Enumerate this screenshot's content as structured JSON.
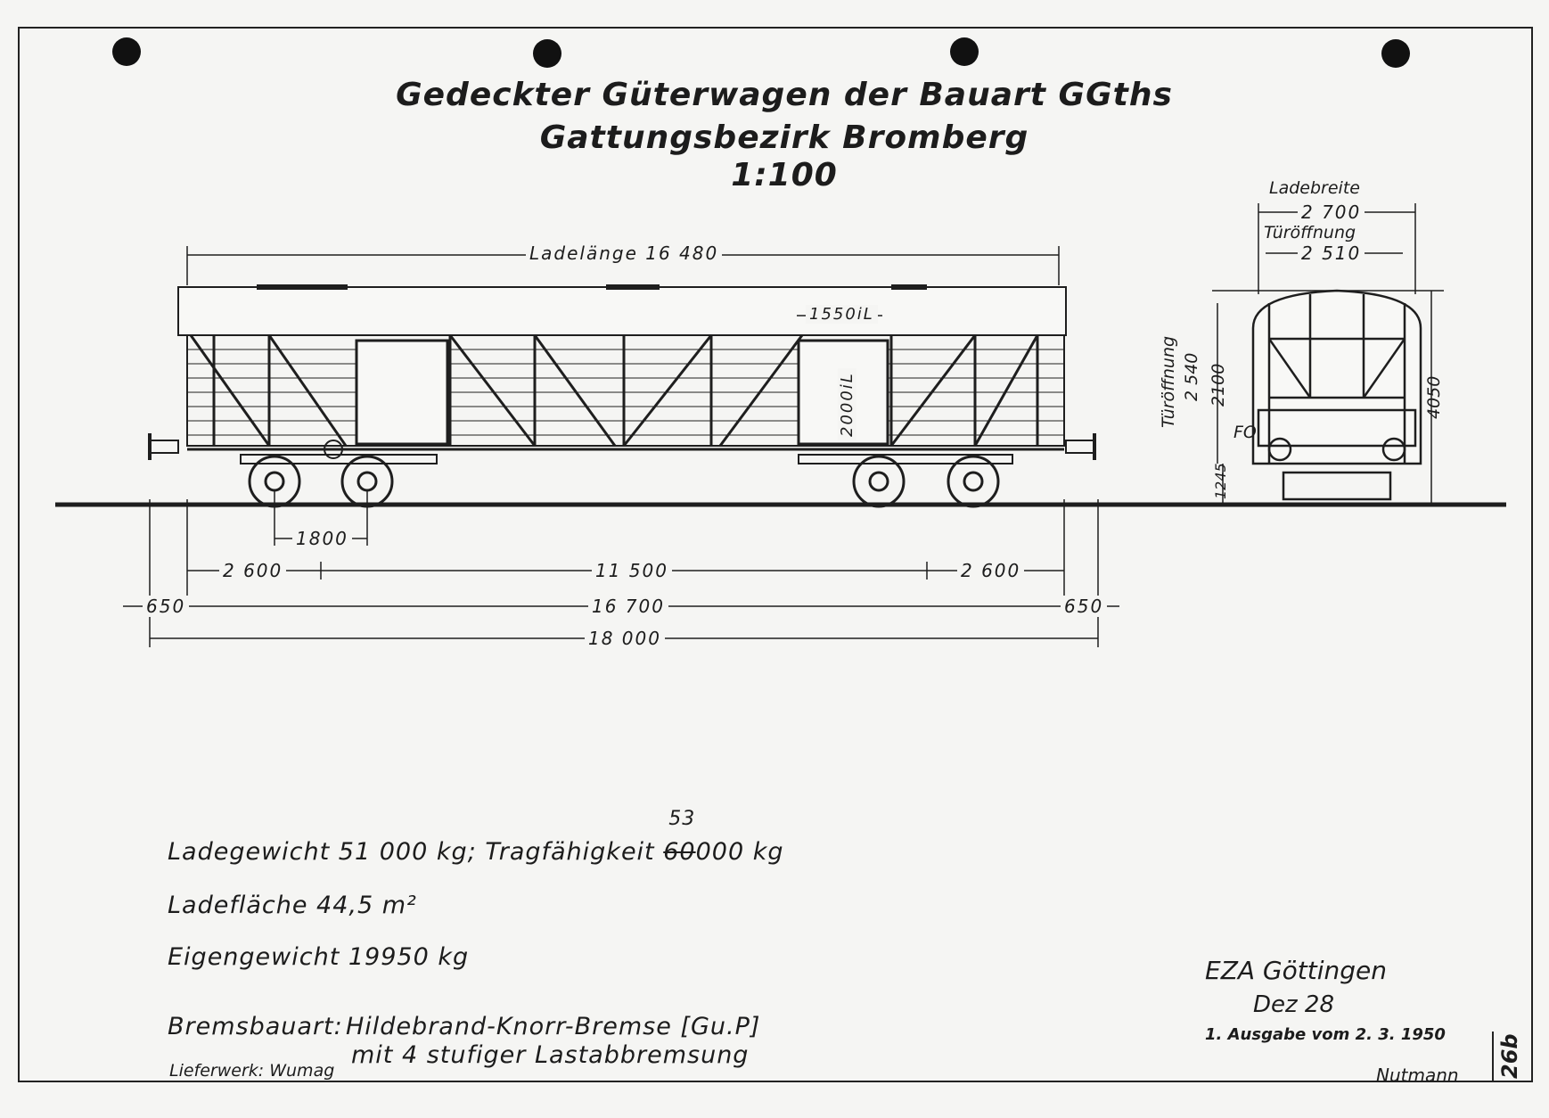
{
  "title": {
    "line1": "Gedeckter Güterwagen der Bauart GGths",
    "line2": "Gattungsbezirk Bromberg",
    "scale": "1:100"
  },
  "side_view": {
    "ladelaenge": "Ladelänge 16 480",
    "door_width": "1550iL",
    "door_height": "2000iL",
    "bogie_wheelbase": "1800",
    "overhang_left": "2 600",
    "bogie_distance": "11 500",
    "overhang_right": "2 600",
    "buffer_left": "650",
    "length_over_body": "16 700",
    "buffer_right": "650",
    "length_over_buffers": "18 000"
  },
  "end_view": {
    "ladebreite_label": "Ladebreite",
    "ladebreite_value": "2 700",
    "tuer_label": "Türöffnung",
    "tuer_value": "2 510",
    "tuer_height_label": "Türöffnung",
    "tuer_height_value": "2 540",
    "height_2100": "2100",
    "height_1245": "1245",
    "total_height": "4050",
    "fo_label": "FO"
  },
  "specs": {
    "ladegewicht_prefix": "Ladegewicht 51",
    "ladegewicht_rest": "000 kg; Tragfähigkeit",
    "tragf_correction": "53",
    "tragf_struck": "60",
    "tragf_rest": "000 kg",
    "ladeflaeche": "Ladefläche 44,5 m²",
    "eigengewicht": "Eigengewicht 19950 kg",
    "brems_label": "Bremsbauart:",
    "brems_line1": "Hildebrand-Knorr-Bremse [Gu.P]",
    "brems_line2": "mit 4 stufiger Lastabbremsung",
    "lieferwerk": "Lieferwerk: Wumag"
  },
  "footer": {
    "office": "EZA Göttingen",
    "code": "Dez 28",
    "edition": "1. Ausgabe vom 2. 3. 1950",
    "signature": "Nutmann",
    "sheet_no": "26b"
  }
}
